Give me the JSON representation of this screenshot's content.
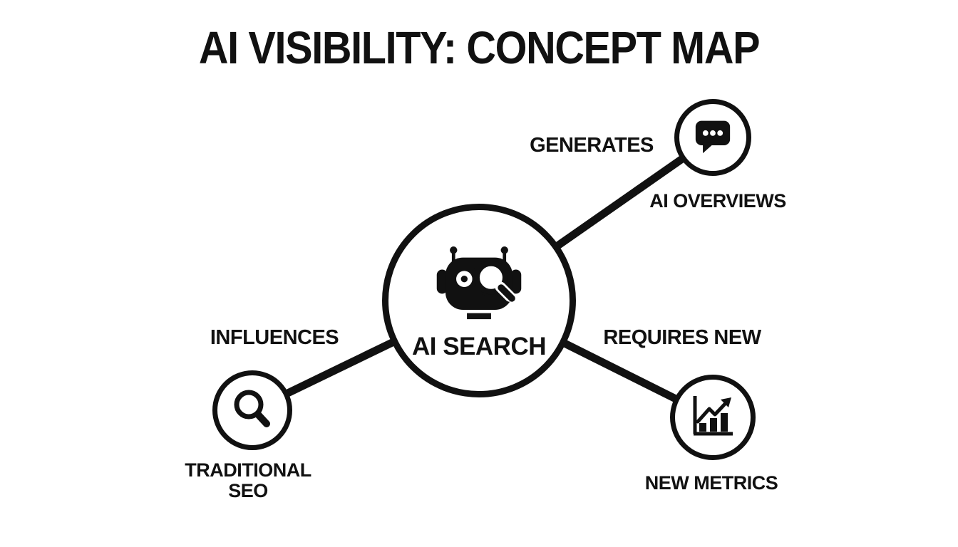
{
  "title": "AI VISIBILITY: CONCEPT MAP",
  "colors": {
    "ink": "#111111",
    "background": "#ffffff"
  },
  "center_node": {
    "label": "AI SEARCH",
    "icon": "robot-search-icon"
  },
  "nodes": [
    {
      "label": "AI OVERVIEWS",
      "icon": "chat-bubble-icon"
    },
    {
      "label": "TRADITIONAL SEO",
      "icon": "magnifying-glass-icon"
    },
    {
      "label": "NEW METRICS",
      "icon": "bar-chart-trend-icon"
    }
  ],
  "edges": [
    {
      "label": "GENERATES",
      "from": "AI SEARCH",
      "to": "AI OVERVIEWS"
    },
    {
      "label": "INFLUENCES",
      "from": "AI SEARCH",
      "to": "TRADITIONAL SEO"
    },
    {
      "label": "REQUIRES NEW",
      "from": "AI SEARCH",
      "to": "NEW METRICS"
    }
  ]
}
